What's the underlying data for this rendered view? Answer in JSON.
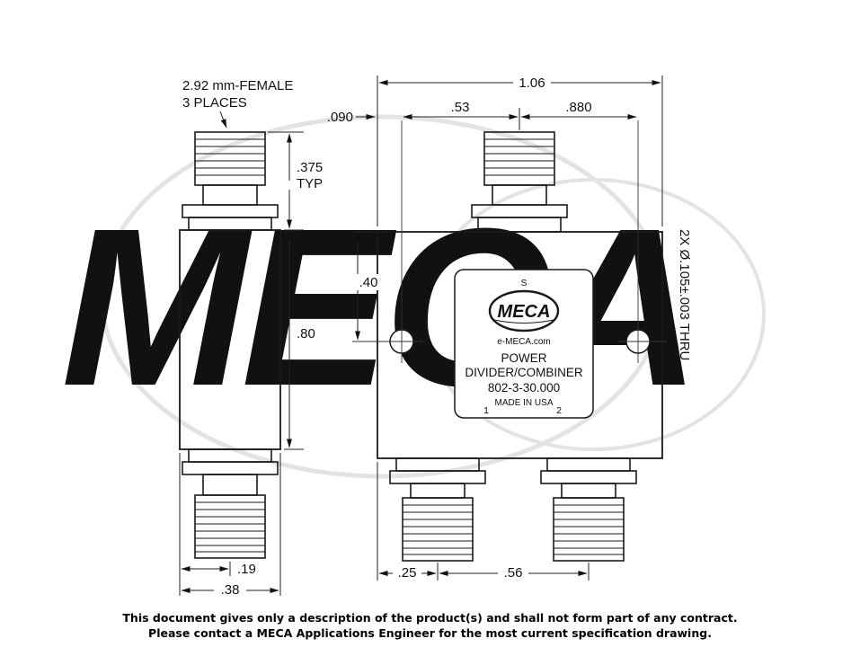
{
  "drawing": {
    "connector_note": {
      "line1": "2.92 mm-FEMALE",
      "line2": "3 PLACES"
    },
    "hole_note": "2X Ø.105±.003 THRU",
    "side_view": {
      "length": ".375",
      "typ": "TYP",
      "height": ".80",
      "center_offset": ".19",
      "width": ".38"
    },
    "front_view": {
      "width": "1.06",
      "input_offset": ".53",
      "hole_spacing": ".880",
      "hole_edge_offset": ".090",
      "hole_vertical": ".40",
      "output1_offset": ".25",
      "output_spacing": ".56"
    },
    "plate": {
      "s": "S",
      "brand": "MECA",
      "website": "e-MECA.com",
      "product_line1": "POWER",
      "product_line2": "DIVIDER/COMBINER",
      "model": "802-3-30.000",
      "origin": "MADE IN USA",
      "port1": "1",
      "port2": "2"
    },
    "watermark_brand": "MECA"
  },
  "footer": {
    "line1": "This document gives only a description of the product(s) and shall not form part of any contract.",
    "line2": "Please contact a MECA Applications Engineer for the most current specification drawing."
  }
}
